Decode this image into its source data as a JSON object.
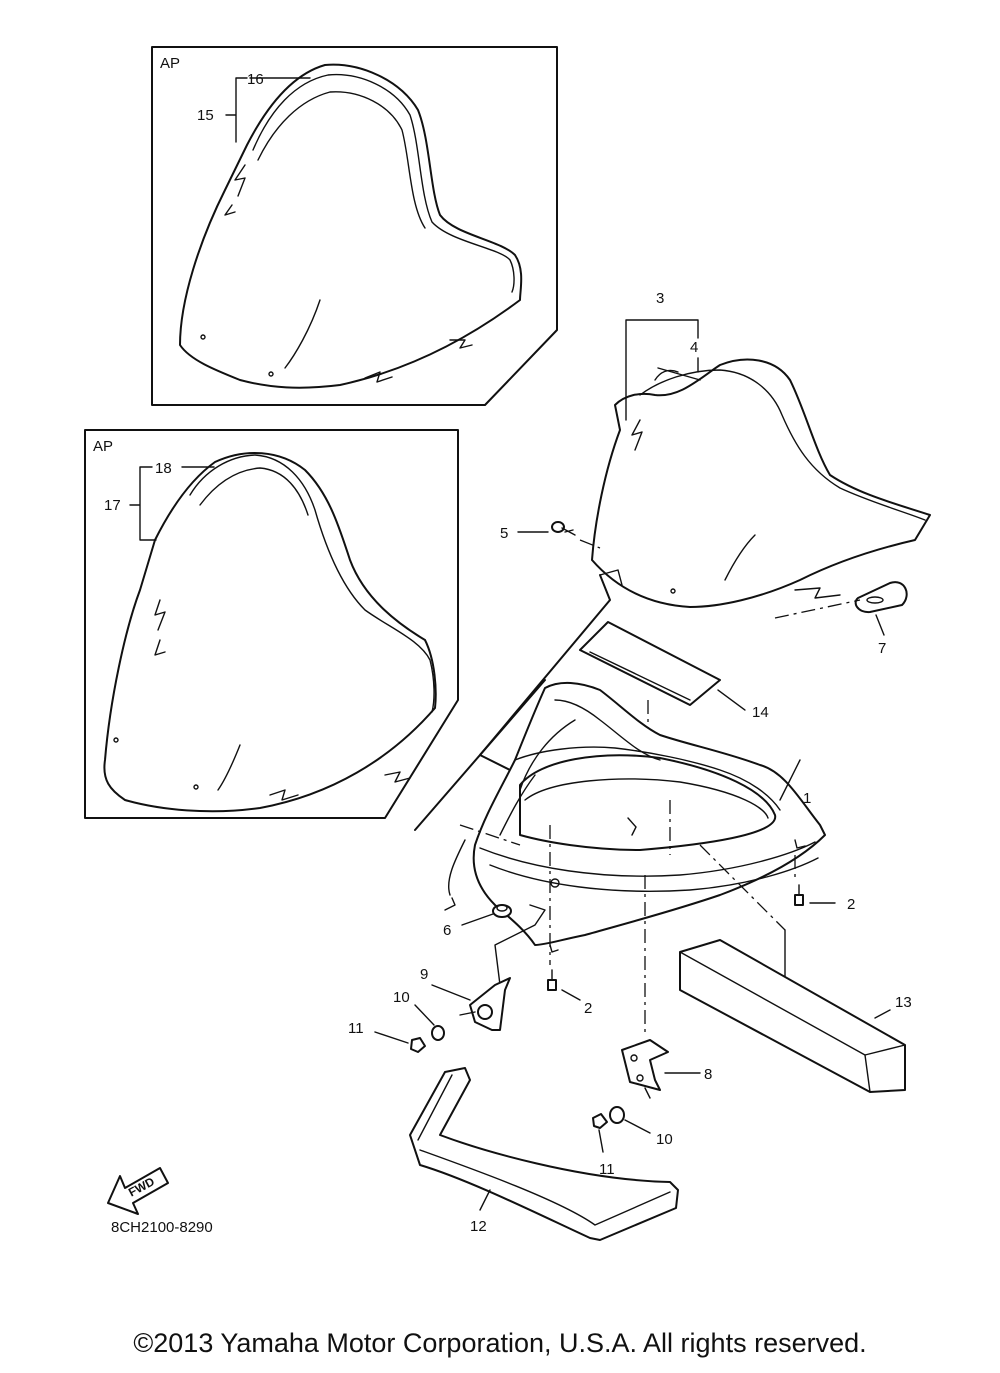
{
  "diagram": {
    "box_labels": [
      "AP",
      "AP"
    ],
    "callouts": [
      "1",
      "2",
      "2",
      "3",
      "4",
      "5",
      "6",
      "7",
      "8",
      "9",
      "10",
      "10",
      "11",
      "11",
      "12",
      "13",
      "14",
      "15",
      "16",
      "17",
      "18"
    ],
    "fwd_label": "FWD",
    "drawing_code": "8CH2100-8290"
  },
  "footer": {
    "copyright": "©2013 Yamaha Motor Corporation, U.S.A. All rights reserved."
  }
}
